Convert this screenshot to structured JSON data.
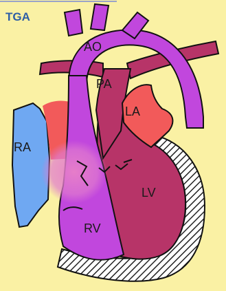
{
  "diagram": {
    "title": "TGA",
    "labels": {
      "ao": "AO",
      "pa": "PA",
      "la": "LA",
      "ra": "RA",
      "lv": "LV",
      "rv": "RV"
    },
    "colors": {
      "background": "#FAF1A4",
      "title_text": "#2E5EA6",
      "aorta": "#C147DD",
      "pulmonary_artery": "#B73468",
      "left_ventricle": "#B73468",
      "left_atrium": "#F25A5A",
      "right_atrium": "#6FA8F2",
      "right_ventricle": "#C147DD",
      "mixing": "#E07ACF",
      "outline": "#111111",
      "pericardium_hatch": "#222222",
      "label_text": "#1A1A1A"
    }
  }
}
